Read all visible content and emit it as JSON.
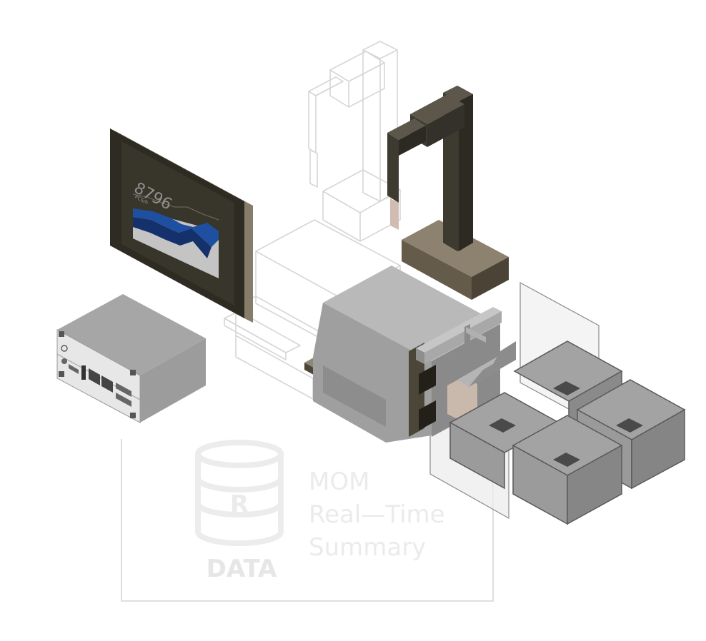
{
  "monitor": {
    "value": "8796",
    "caption": "PCS/h"
  },
  "watermark": {
    "logo_letter": "R",
    "logo_label": "DATA",
    "title_lines": [
      "MOM",
      "Real—Time",
      "Summary"
    ]
  },
  "colors": {
    "machine_body": "#a8a8a8",
    "robot_arm": "#3d3b30",
    "robot_base": "#6b6152",
    "monitor_frame": "#2e2c22",
    "chart_blue": "#1f4fa0",
    "chart_gray": "#c4c4c4",
    "ghost_lines": "#d6d6d6",
    "box_fill": "#9a9a9a"
  }
}
